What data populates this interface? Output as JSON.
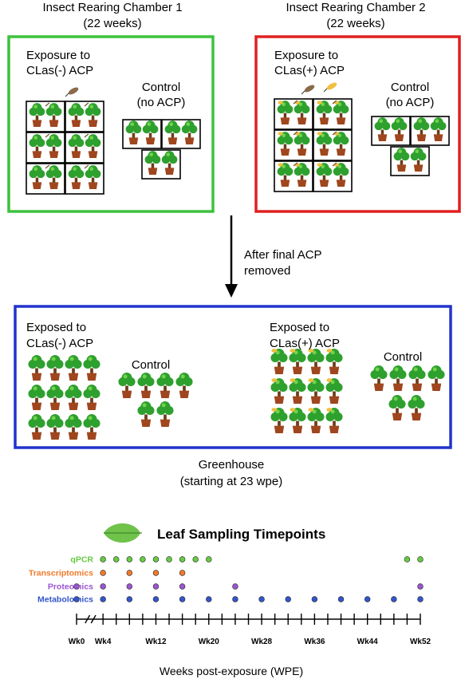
{
  "chamber1": {
    "title_line1": "Insect Rearing Chamber 1",
    "title_line2": "(22 weeks)",
    "exposure_line1": "Exposure to",
    "exposure_line2": "CLas(-) ACP",
    "control_line1": "Control",
    "control_line2": "(no ACP)",
    "frame_color": "#3cc23c"
  },
  "chamber2": {
    "title_line1": "Insect Rearing Chamber 2",
    "title_line2": "(22 weeks)",
    "exposure_line1": "Exposure to",
    "exposure_line2": "CLas(+) ACP",
    "control_line1": "Control",
    "control_line2": "(no ACP)",
    "frame_color": "#e02020"
  },
  "transfer": {
    "line1": "After final ACP",
    "line2": "removed"
  },
  "greenhouse": {
    "exposed_neg_line1": "Exposed to",
    "exposed_neg_line2": "CLas(-) ACP",
    "control_left": "Control",
    "exposed_pos_line1": "Exposed to",
    "exposed_pos_line2": "CLas(+) ACP",
    "control_right": "Control",
    "caption_line1": "Greenhouse",
    "caption_line2": "(starting at 23 wpe)",
    "frame_color": "#2233cc"
  },
  "sampling": {
    "title": "Leaf Sampling Timepoints",
    "leaf_icon": "leaf-icon",
    "axis_label": "Weeks post-exposure (WPE)",
    "tick_labels": [
      "Wk0",
      "Wk4",
      "Wk12",
      "Wk20",
      "Wk28",
      "Wk36",
      "Wk44",
      "Wk52"
    ],
    "rows": [
      {
        "name": "qPCR",
        "color": "#66cc44",
        "weeks": [
          4,
          6,
          8,
          10,
          12,
          14,
          16,
          18,
          20,
          50,
          52
        ]
      },
      {
        "name": "Transcriptomics",
        "color": "#f07a2a",
        "weeks": [
          4,
          8,
          12,
          16
        ]
      },
      {
        "name": "Proteomics",
        "color": "#9b55d0",
        "weeks": [
          0,
          4,
          8,
          12,
          16,
          24,
          52
        ]
      },
      {
        "name": "Metabolomics",
        "color": "#3355cc",
        "weeks": [
          0,
          4,
          8,
          12,
          16,
          20,
          24,
          28,
          32,
          36,
          40,
          44,
          48,
          52
        ]
      }
    ]
  },
  "colors": {
    "foliage": "#2ea02e",
    "foliage_light": "#6fd44a",
    "pot": "#a0461e",
    "psyllid": "#8a6a4a",
    "infected_psyllid": "#f0c040"
  }
}
